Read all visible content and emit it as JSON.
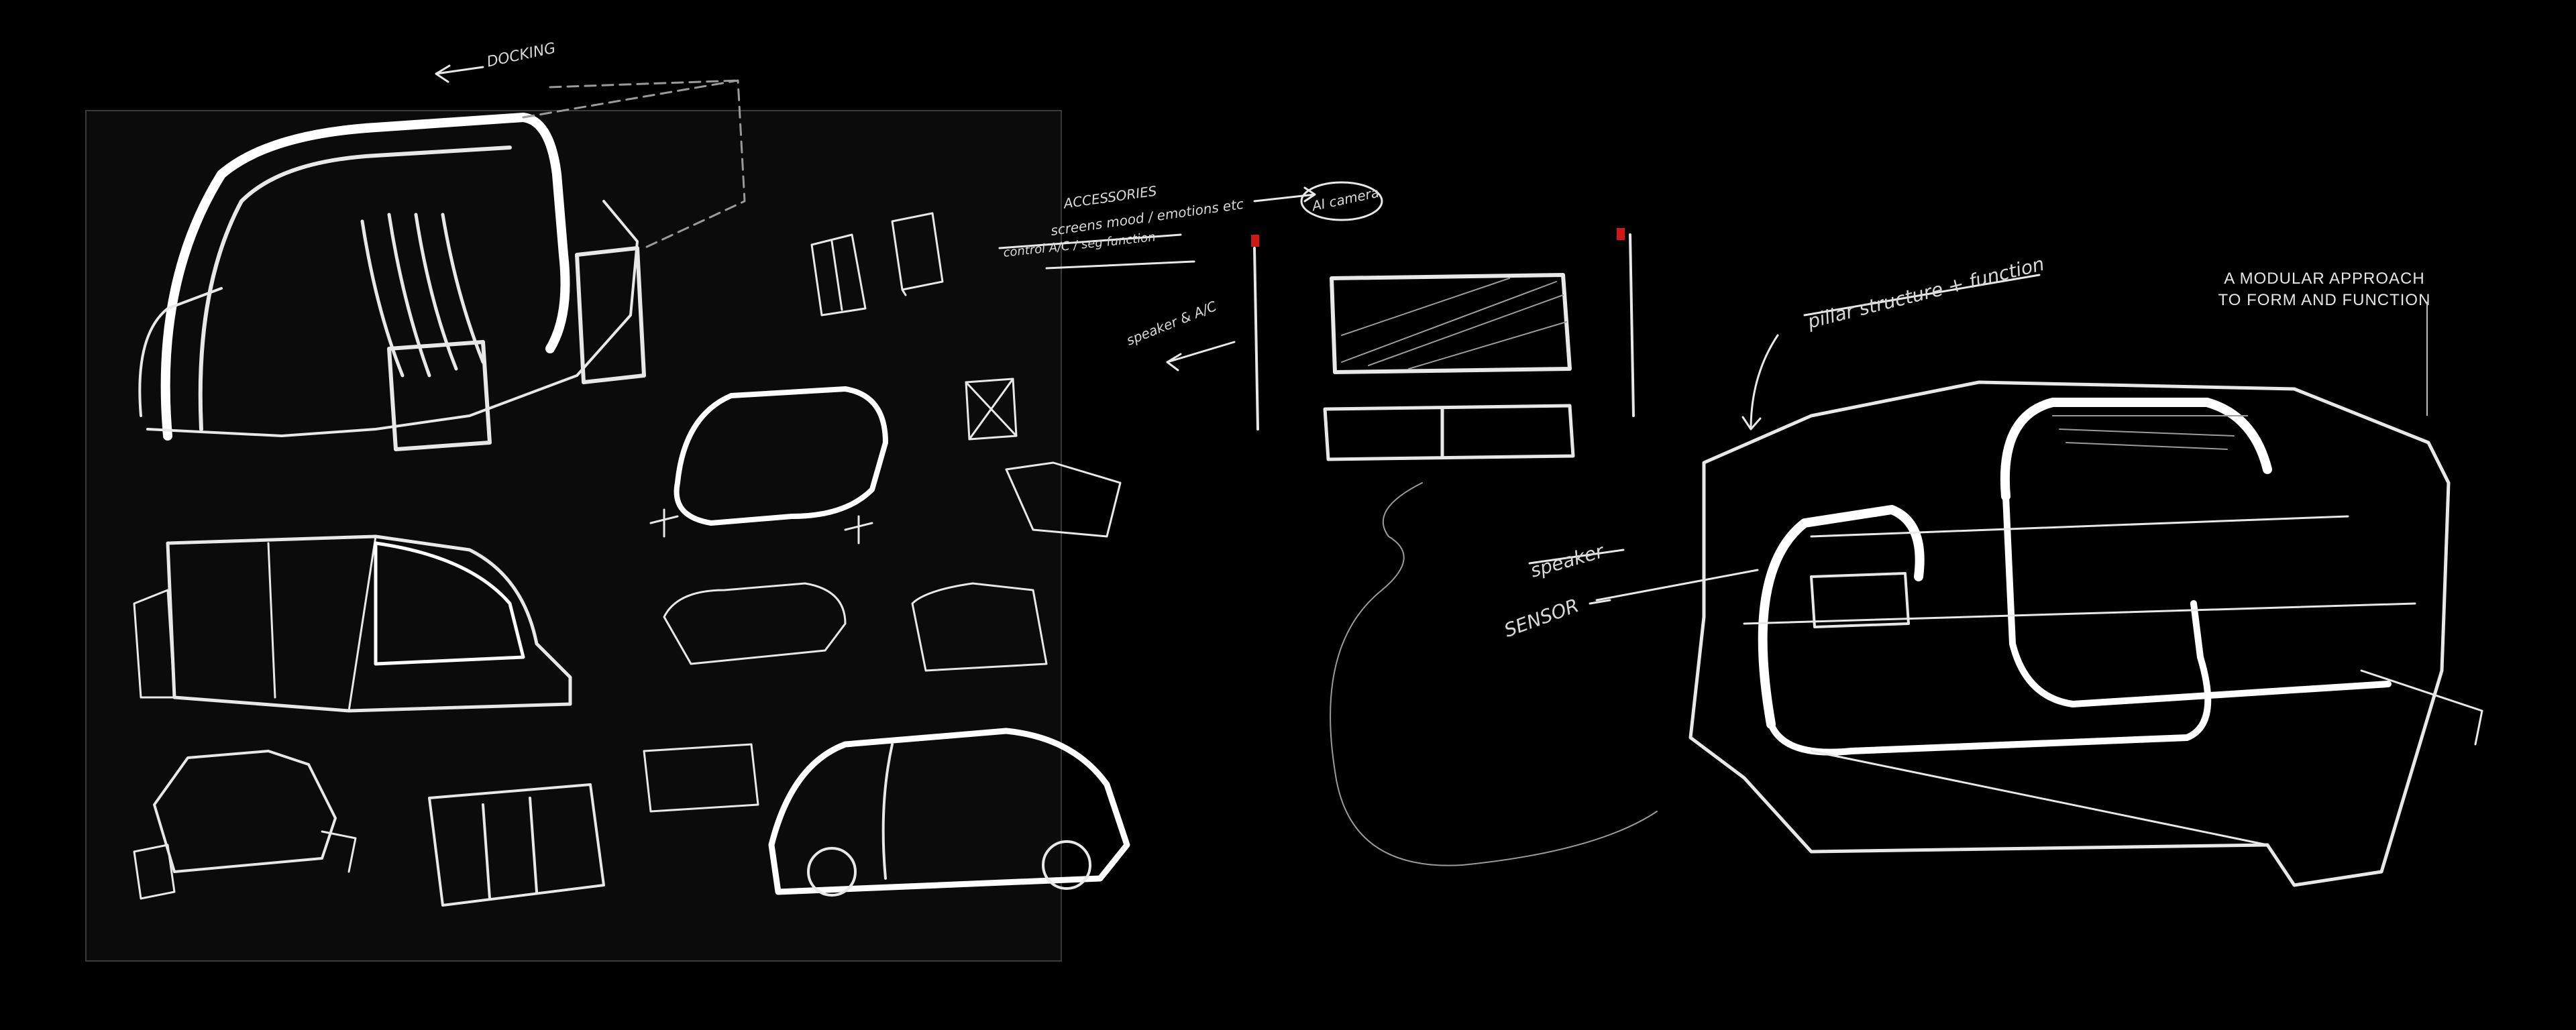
{
  "headline": {
    "line1": "A MODULAR APPROACH",
    "line2": "TO FORM AND FUNCTION"
  },
  "notes": {
    "docking": "DOCKING",
    "accessories": "ACCESSORIES",
    "screens": "screens mood / emotions etc",
    "controls": "control A/C / seg function",
    "ai_camera": "AI camera",
    "speaker_ac": "speaker & A/C",
    "pillar": "pillar structure + function",
    "speaker": "speaker",
    "sensor": "SENSOR"
  },
  "colors": {
    "background": "#000000",
    "panel": "#0b0b0b",
    "stroke": "#e8e8e8",
    "accent_red": "#d01818"
  }
}
